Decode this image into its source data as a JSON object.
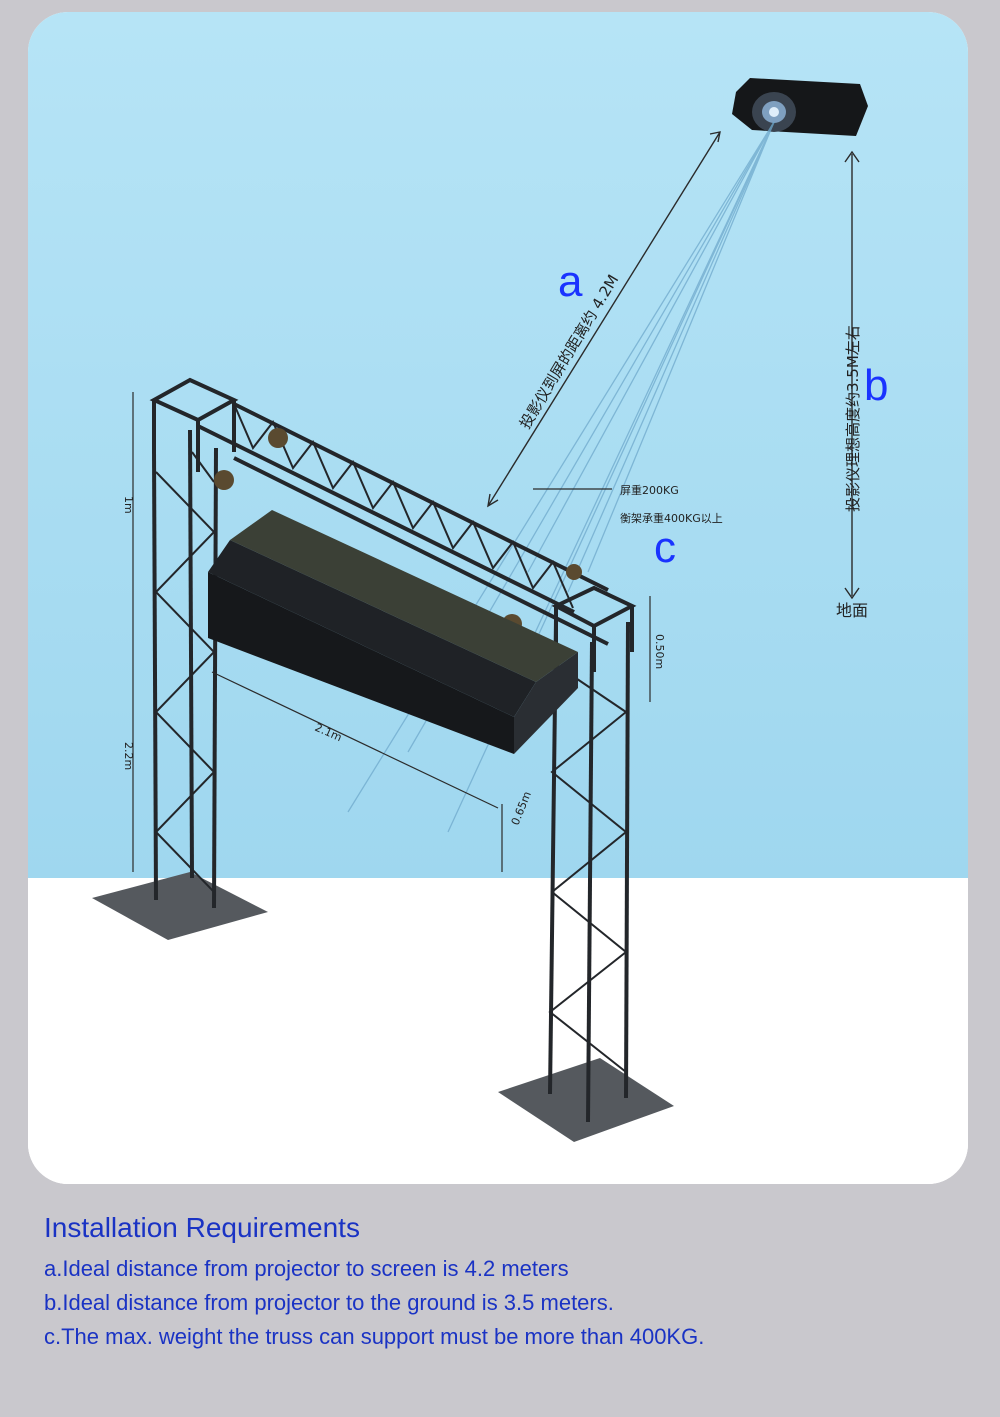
{
  "diagram": {
    "markers": {
      "a": "a",
      "b": "b",
      "c": "c"
    },
    "annotations": {
      "distance_to_screen": "投影仪到屏的距离约 4.2M",
      "height_above_ground": "投影仪理想高度约3.5M左右",
      "ground": "地面",
      "screen_weight": "屏重200KG",
      "truss_load": "衡架承重400KG以上"
    },
    "dimensions": {
      "upper_height": "1m",
      "lower_height": "2.2m",
      "screen_width": "2.1m",
      "screen_height": "0.50m",
      "screen_depth": "0.65m"
    },
    "colors": {
      "sky": "#a8dcf2",
      "ground": "#ffffff",
      "truss": "#2a2d30",
      "screen": "#1f2226",
      "marker": "#1a33ff"
    }
  },
  "requirements": {
    "title": "Installation Requirements",
    "items": [
      "a.Ideal distance from projector to screen is 4.2 meters",
      "b.Ideal distance from projector to the ground is 3.5 meters.",
      "c.The max. weight the truss can support must be more than 400KG."
    ]
  }
}
